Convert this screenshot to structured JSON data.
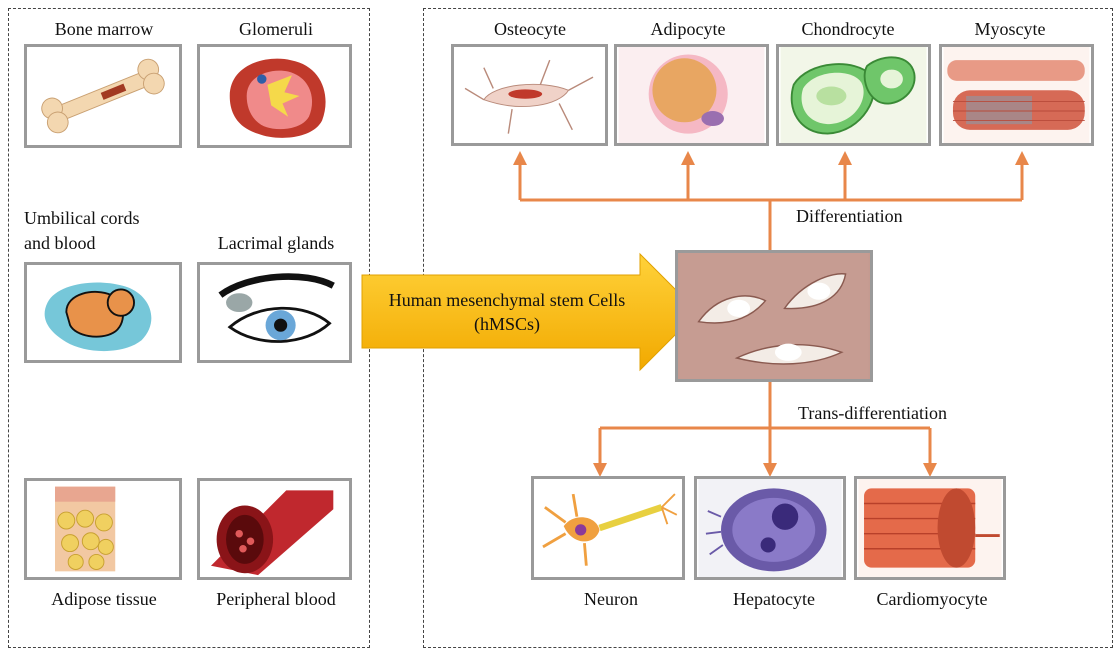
{
  "sources": {
    "bone_marrow": "Bone marrow",
    "glomeruli": "Glomeruli",
    "umbilical": "Umbilical cords\nand blood",
    "lacrimal": "Lacrimal glands",
    "adipose": "Adipose tissue",
    "peripheral_blood": "Peripheral blood"
  },
  "center": {
    "line1": "Human mesenchymal stem Cells",
    "line2": "(hMSCs)"
  },
  "differentiation": {
    "label": "Differentiation",
    "cells": [
      "Osteocyte",
      "Adipocyte",
      "Chondrocyte",
      "Myoscyte"
    ]
  },
  "trans_differentiation": {
    "label": "Trans-differentiation",
    "cells": [
      "Neuron",
      "Hepatocyte",
      "Cardiomyocyte"
    ]
  },
  "colors": {
    "arrow": "#e8874a",
    "big_arrow": "#f6b800",
    "frame": "#9a9a9a"
  }
}
